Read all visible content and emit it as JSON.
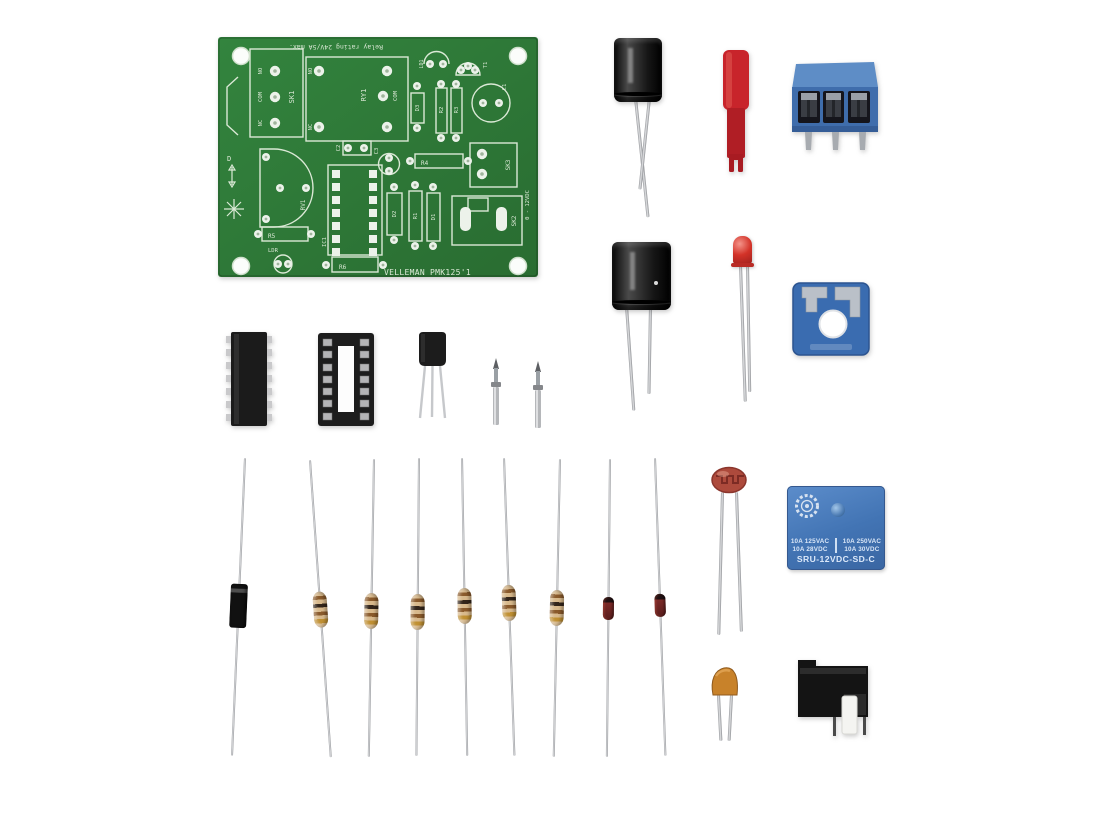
{
  "pcb": {
    "note_text": "Relay rating 24V/5A max.",
    "brand_text": "VELLEMAN PMK125'1",
    "supply_text": "0 - 12VDC",
    "labels": {
      "sk1": "SK1",
      "no": "NO",
      "com": "COM",
      "nc": "NC",
      "ry1": "RY1",
      "d1": "D1",
      "d2": "D2",
      "d3": "D3",
      "ld1": "LD1",
      "t1": "T1",
      "c1": "C1",
      "c2": "C2",
      "c3": "C3",
      "r1": "R1",
      "r2": "R2",
      "r3": "R3",
      "r4": "R4",
      "r5": "R5",
      "r6": "R6",
      "sk2": "SK2",
      "sk3": "SK3",
      "rv1": "RV1",
      "ic1": "IC1",
      "ldr": "LDR",
      "d_mark": "D"
    },
    "board_color": "#2f7c38",
    "silkscreen_color": "#dbe9d6"
  },
  "relay": {
    "ratings_left": [
      "10A 125VAC",
      "10A 28VDC"
    ],
    "ratings_right": [
      "10A 250VAC",
      "10A 30VDC"
    ],
    "model": "SRU-12VDC-SD-C",
    "body_color": "#4a7ec2"
  },
  "colors": {
    "background": "#ffffff",
    "capacitor_black": "#161616",
    "tool_red": "#c8242b",
    "terminal_blue": "#3d6cab",
    "led_red": "#d23229",
    "trimmer_blue": "#3a6cb0",
    "resistor_tan": "#d6b68a",
    "ldr_red": "#ad4a3c",
    "ceramic_orange": "#c8822a",
    "lead_silver": "#b9babd"
  }
}
